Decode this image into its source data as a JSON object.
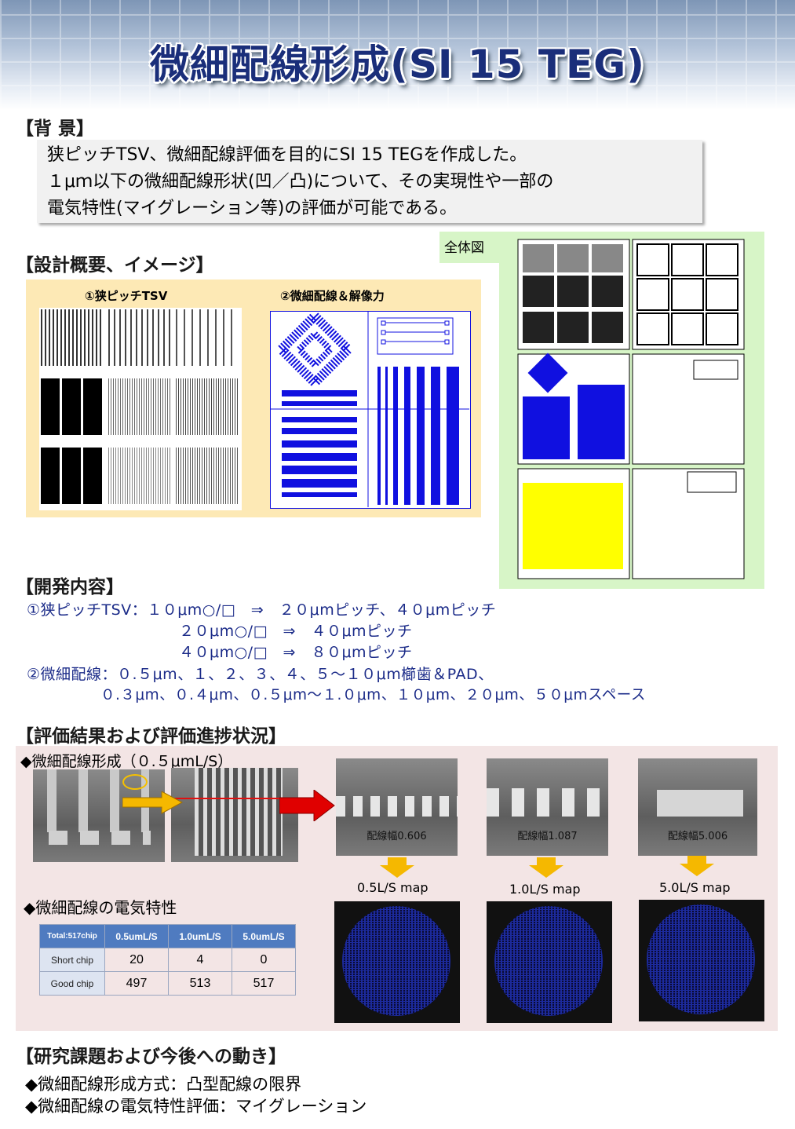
{
  "title": "微細配線形成(SI 15 TEG)",
  "background": {
    "heading": "【背 景】",
    "lines": [
      "狭ピッチTSV、微細配線評価を目的にSI 15 TEGを作成した。",
      "１μｍ以下の微細配線形状(凹／凸)について、その実現性や一部の",
      "電気特性(マイグレーション等)の評価が可能である。"
    ]
  },
  "design": {
    "heading": "【設計概要、イメージ】",
    "label_tsv": "①狭ピッチTSV",
    "label_wiring": "②微細配線＆解像力",
    "overview_label": "全体図"
  },
  "development": {
    "heading": "【開発内容】",
    "lines": [
      "①狭ピッチTSV：１０μm○/□　⇒　２０μmピッチ、４０μmピッチ",
      "２０μm○/□　⇒　４０μmピッチ",
      "４０μm○/□　⇒　８０μmピッチ",
      "②微細配線：０.５μm、１、２、３、４、５～１０μm櫛歯＆PAD、",
      "０.３μm、０.４μm、０.５μm～１.０μm、１０μm、２０μm、５０μmスペース"
    ]
  },
  "evaluation": {
    "heading": "【評価結果および評価進捗状況】",
    "formation_label": "◆微細配線形成（０.５μmL/S）",
    "sem_labels": [
      "配線幅0.606",
      "配線幅1.087",
      "配線幅5.006"
    ],
    "map_labels": [
      "0.5L/S map",
      "1.0L/S map",
      "5.0L/S map"
    ],
    "electrical_label": "◆微細配線の電気特性",
    "table": {
      "headers": [
        "Total:517chip",
        "0.5umL/S",
        "1.0umL/S",
        "5.0umL/S"
      ],
      "rows": [
        {
          "label": "Short chip",
          "values": [
            "20",
            "4",
            "0"
          ]
        },
        {
          "label": "Good chip",
          "values": [
            "497",
            "513",
            "517"
          ]
        }
      ]
    }
  },
  "issues": {
    "heading": "【研究課題および今後への動き】",
    "items": [
      "◆微細配線形成方式：凸型配線の限界",
      "◆微細配線の電気特性評価：マイグレーション"
    ]
  },
  "colors": {
    "title": "#1a2e7a",
    "design_panel": "#fde9b5",
    "overview_panel": "#d7f5c7",
    "eval_panel": "#f3e5e5",
    "wiring_blue": "#1010e0",
    "overview_yellow": "#ffff00",
    "table_header": "#4f7bc0",
    "arrow": "#f5b800"
  }
}
